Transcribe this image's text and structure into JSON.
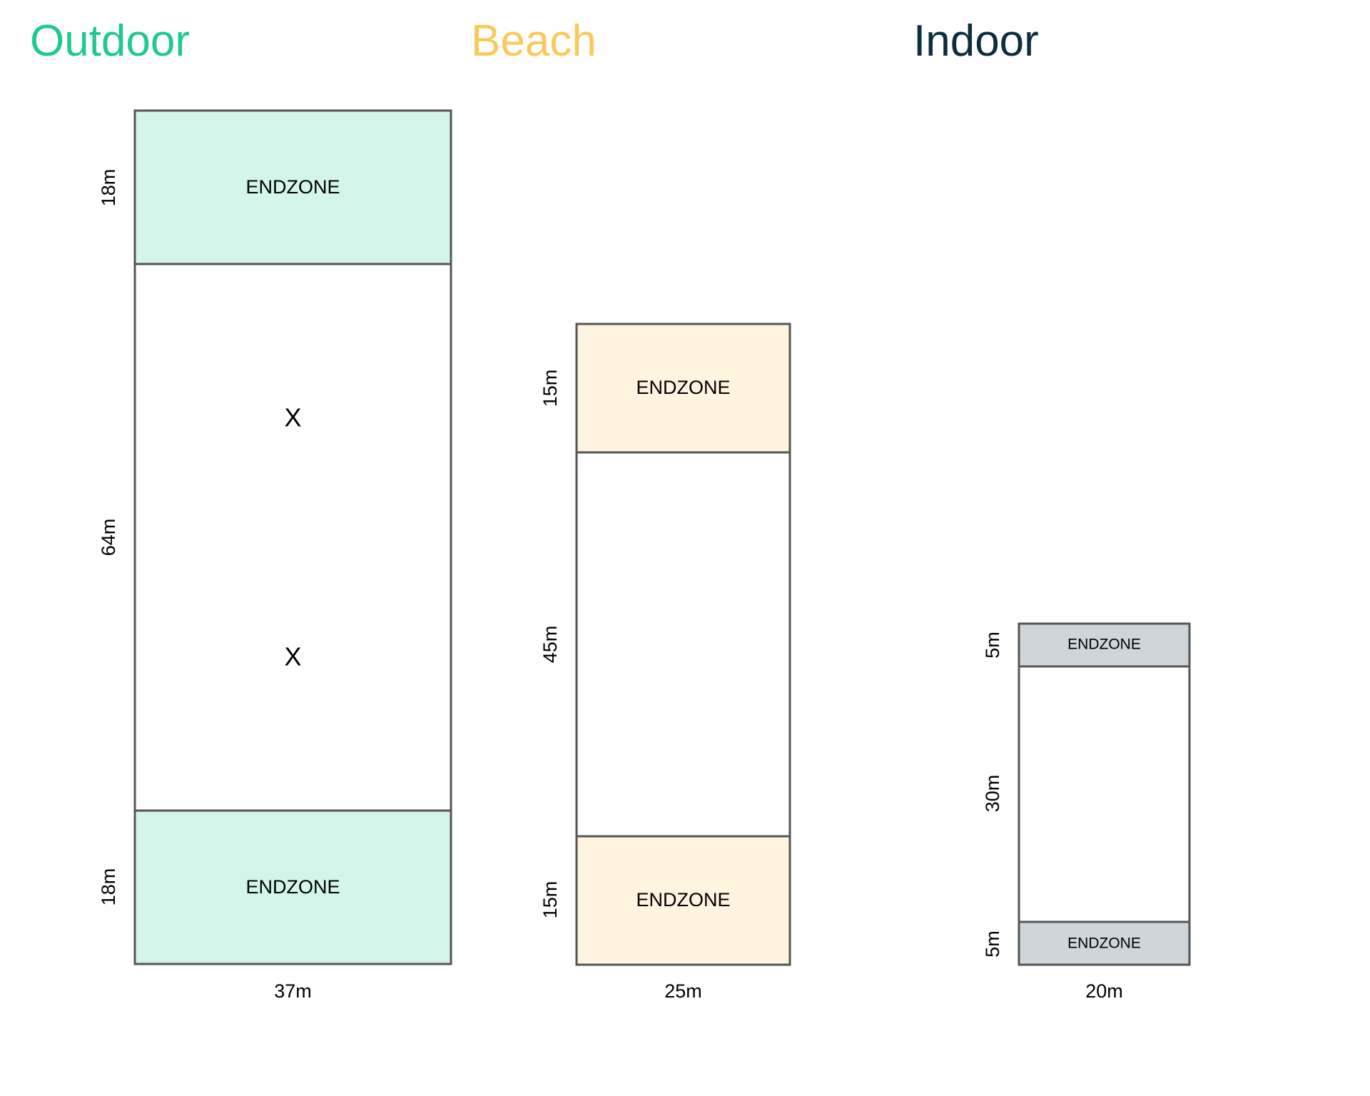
{
  "fields": [
    {
      "title": "Outdoor",
      "title_color": "#20c98f",
      "endzone_fill": "#d3f5ea",
      "width_label": "37m",
      "width_m": 37,
      "endzone_m": 18,
      "middle_m": 64,
      "top_endzone_label": "18m",
      "middle_label": "64m",
      "bottom_endzone_label": "18m",
      "top_endzone_text": "ENDZONE",
      "bottom_endzone_text": "ENDZONE",
      "marks": [
        "X",
        "X"
      ]
    },
    {
      "title": "Beach",
      "title_color": "#fbc95a",
      "endzone_fill": "#fff4e0",
      "width_label": "25m",
      "width_m": 25,
      "endzone_m": 15,
      "middle_m": 45,
      "top_endzone_label": "15m",
      "middle_label": "45m",
      "bottom_endzone_label": "15m",
      "top_endzone_text": "ENDZONE",
      "bottom_endzone_text": "ENDZONE",
      "marks": []
    },
    {
      "title": "Indoor",
      "title_color": "#0e2e3b",
      "endzone_fill": "#cfd5d8",
      "width_label": "20m",
      "width_m": 20,
      "endzone_m": 5,
      "middle_m": 30,
      "top_endzone_label": "5m",
      "middle_label": "30m",
      "bottom_endzone_label": "5m",
      "top_endzone_text": "ENDZONE",
      "bottom_endzone_text": "ENDZONE",
      "marks": []
    }
  ]
}
